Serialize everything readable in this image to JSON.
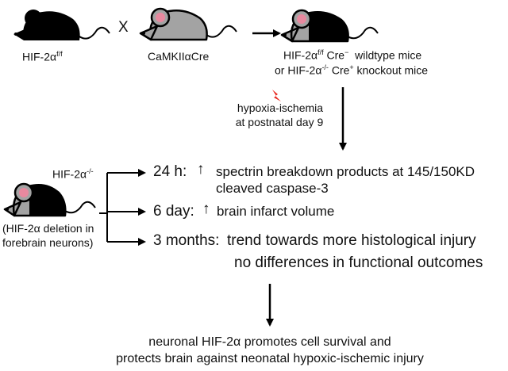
{
  "top": {
    "label_mouse_black": "HIF-2α",
    "label_mouse_black_sup": "f/f",
    "cross_symbol": "X",
    "label_mouse_grey": "CaMKIIαCre",
    "offspring_line1_a": "HIF-2α",
    "offspring_line1_sup1": "f/f",
    "offspring_line1_b": " Cre",
    "offspring_line1_sup2": "−",
    "offspring_line1_c": "  wildtype mice",
    "offspring_line2_a": "or HIF-2α",
    "offspring_line2_sup1": "-/-",
    "offspring_line2_b": " Cre",
    "offspring_line2_sup2": "+",
    "offspring_line2_c": " knockout mice"
  },
  "insult": {
    "line1": "hypoxia-ischemia",
    "line2": "at postnatal day 9",
    "icon": "lightning-icon",
    "icon_color": "#e8251c"
  },
  "knockout": {
    "label": "HIF-2α",
    "label_sup": "-/-",
    "note_line1": "(HIF-2α deletion in",
    "note_line2": "forebrain neurons)"
  },
  "outcomes": [
    {
      "time": "24 h:",
      "direction": "↑",
      "lines": [
        "spectrin breakdown products at 145/150KD",
        "cleaved caspase-3"
      ]
    },
    {
      "time": "6 day:",
      "direction": "↑",
      "lines": [
        "brain infarct volume"
      ]
    },
    {
      "time": "3 months:",
      "direction": "",
      "lines": [
        "trend towards more histological injury",
        "no differences in functional outcomes"
      ]
    }
  ],
  "conclusion": {
    "line1": "neuronal HIF-2α promotes cell survival and",
    "line2": "protects brain against neonatal hypoxic-ischemic injury"
  },
  "colors": {
    "mouse_black": "#000000",
    "mouse_grey": "#a3a3a3",
    "ear_pink": "#e8899f",
    "lightning": "#e8251c"
  }
}
